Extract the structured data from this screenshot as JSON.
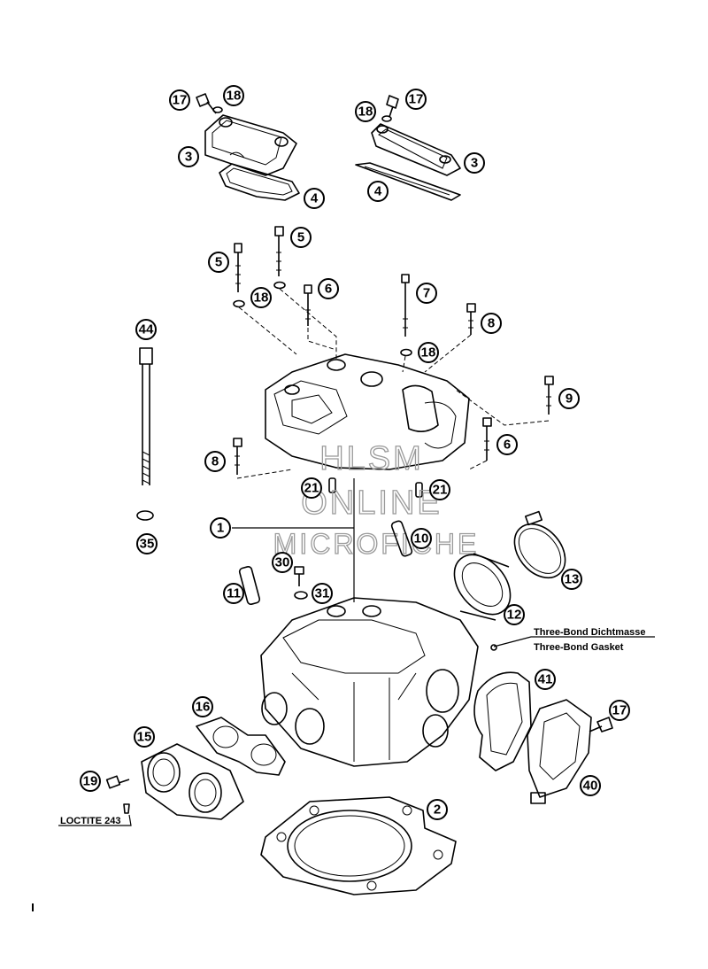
{
  "watermark": {
    "line1": "HLSM",
    "line2": "ONLINE",
    "line3": "MICROFICHE"
  },
  "notes": {
    "sealant_de": "Three-Bond Dichtmasse",
    "sealant_en": "Three-Bond Gasket",
    "loctite": "LOCTITE 243"
  },
  "callouts": [
    "17",
    "18",
    "3",
    "4",
    "17",
    "18",
    "3",
    "4",
    "5",
    "5",
    "18",
    "6",
    "7",
    "8",
    "18",
    "44",
    "9",
    "6",
    "8",
    "21",
    "21",
    "1",
    "10",
    "35",
    "13",
    "30",
    "11",
    "31",
    "12",
    "41",
    "16",
    "17",
    "15",
    "19",
    "40",
    "2"
  ]
}
